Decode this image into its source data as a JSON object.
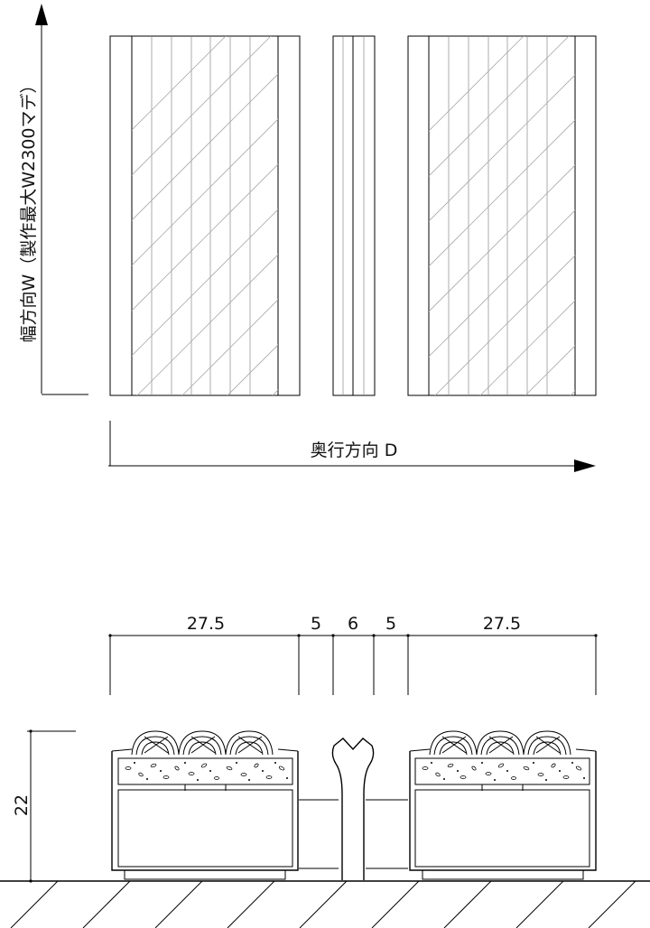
{
  "plan_view": {
    "width_direction_label": "幅方向W（製作最大W2300マデ）",
    "depth_direction_label": "奥行方向 D"
  },
  "section_view": {
    "dimensions": {
      "top": [
        "27.5",
        "5",
        "6",
        "5",
        "27.5"
      ],
      "height": "22"
    }
  }
}
